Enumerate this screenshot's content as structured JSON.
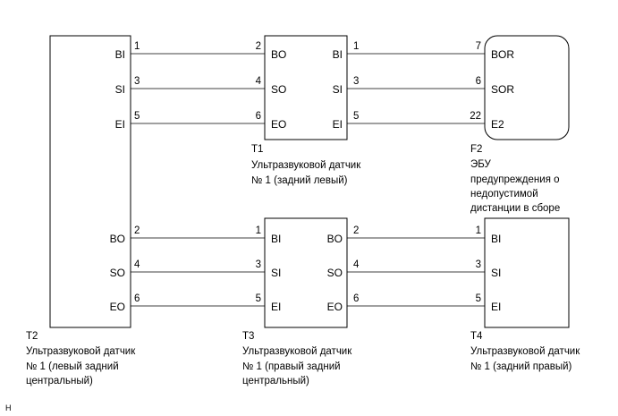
{
  "components": {
    "T2": {
      "id": "T2",
      "caption": [
        "Ультразвуковой датчик",
        "№ 1 (левый задний",
        "центральный)"
      ],
      "terminals": [
        "BI",
        "SI",
        "EI",
        "BO",
        "SO",
        "EO"
      ]
    },
    "T1": {
      "id": "T1",
      "caption": [
        "Ультразвуковой датчик",
        "№ 1 (задний левый)"
      ],
      "left_terminals": [
        "BO",
        "SO",
        "EO"
      ],
      "right_terminals": [
        "BI",
        "SI",
        "EI"
      ]
    },
    "F2": {
      "id": "F2",
      "caption": [
        "ЭБУ",
        "предупреждения о",
        "недопустимой",
        "дистанции в сборе"
      ],
      "terminals": [
        "BOR",
        "SOR",
        "E2"
      ]
    },
    "T3": {
      "id": "T3",
      "caption": [
        "Ультразвуковой датчик",
        "№ 1 (правый задний",
        "центральный)"
      ],
      "left_terminals": [
        "BI",
        "SI",
        "EI"
      ],
      "right_terminals": [
        "BO",
        "SO",
        "EO"
      ]
    },
    "T4": {
      "id": "T4",
      "caption": [
        "Ультразвуковой датчик",
        "№ 1 (задний правый)"
      ],
      "terminals": [
        "BI",
        "SI",
        "EI"
      ]
    }
  },
  "wires": {
    "top_left": [
      {
        "from_pin": "1",
        "to_pin": "2"
      },
      {
        "from_pin": "3",
        "to_pin": "4"
      },
      {
        "from_pin": "5",
        "to_pin": "6"
      }
    ],
    "top_right": [
      {
        "from_pin": "1",
        "to_pin": "7"
      },
      {
        "from_pin": "3",
        "to_pin": "6"
      },
      {
        "from_pin": "5",
        "to_pin": "22"
      }
    ],
    "bottom_left": [
      {
        "from_pin": "2",
        "to_pin": "1"
      },
      {
        "from_pin": "4",
        "to_pin": "3"
      },
      {
        "from_pin": "6",
        "to_pin": "5"
      }
    ],
    "bottom_right": [
      {
        "from_pin": "2",
        "to_pin": "1"
      },
      {
        "from_pin": "4",
        "to_pin": "3"
      },
      {
        "from_pin": "6",
        "to_pin": "5"
      }
    ]
  },
  "footer_mark": "H"
}
